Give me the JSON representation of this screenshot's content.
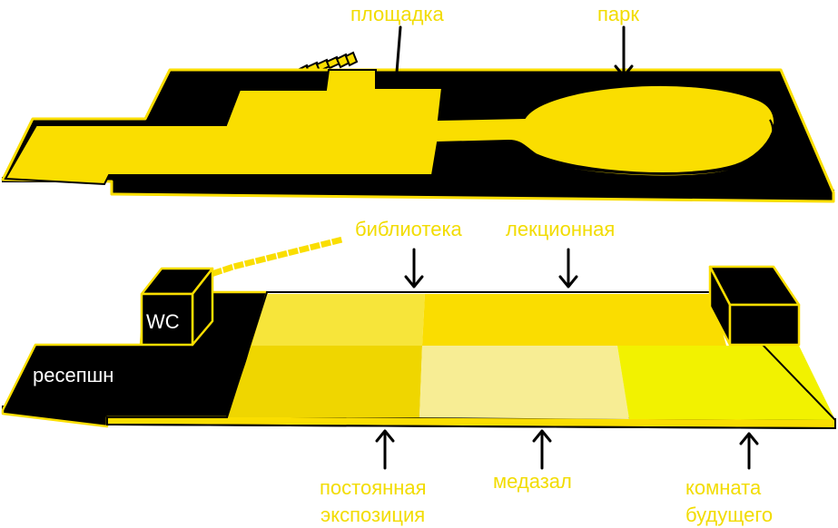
{
  "colors": {
    "yellow": "#fade00",
    "black": "#000000",
    "label": "#f2dc00",
    "white": "#ffffff"
  },
  "top_plan": {
    "labels": {
      "playground": "площадка",
      "park": "парк"
    }
  },
  "bottom_plan": {
    "labels": {
      "wc": "WC",
      "reception": "ресепшн",
      "library": "библиотека",
      "lecture": "лекционная",
      "permanent_line1": "постоянная",
      "permanent_line2": "экспозиция",
      "media": "медазал",
      "future_line1": "комната",
      "future_line2": "будущего"
    },
    "zone_colors": {
      "library": "#f7e53a",
      "lecture": "#fadd00",
      "permanent": "#efd600",
      "media": "#f7ed94",
      "future": "#f2f200"
    }
  }
}
